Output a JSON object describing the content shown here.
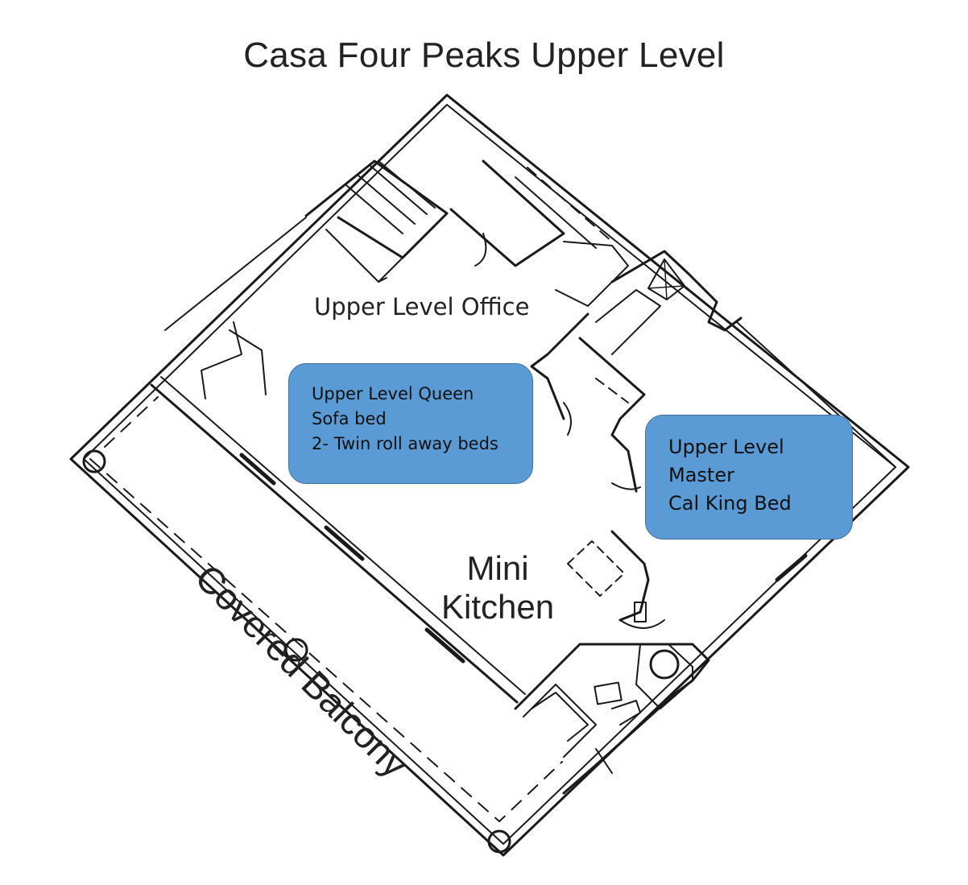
{
  "title": "Casa Four Peaks Upper Level",
  "rooms": {
    "office": "Upper Level Office",
    "kitchen_line1": "Mini",
    "kitchen_line2": "Kitchen",
    "balcony": "Covered Balcony"
  },
  "callouts": {
    "queen": [
      "Upper Level Queen",
      "Sofa bed",
      "2- Twin roll away beds"
    ],
    "master": [
      "Upper Level",
      "Master",
      "Cal King Bed"
    ]
  },
  "colors": {
    "callout_fill": "#5b9bd5",
    "callout_border": "#41719c",
    "line": "#1a1a1a"
  }
}
